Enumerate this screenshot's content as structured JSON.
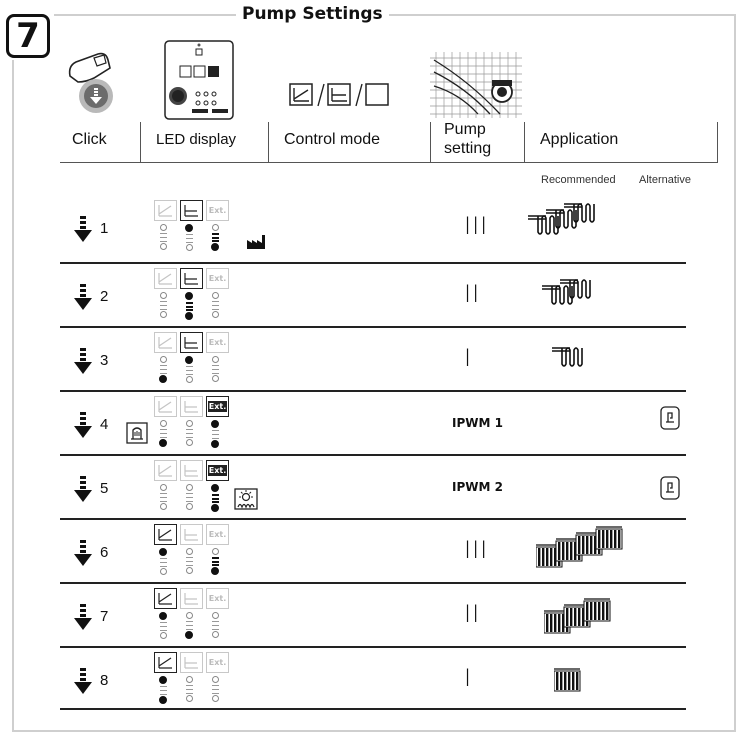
{
  "step_number": "7",
  "title": "Pump Settings",
  "columns": {
    "click": "Click",
    "led_display": "LED display",
    "control_mode": "Control mode",
    "pump_setting": "Pump setting",
    "application": "Application"
  },
  "app_sub": {
    "recommended": "Recommended",
    "alternative": "Alternative"
  },
  "led_panel_labels": {
    "a": "IPWM 1",
    "b": "IPWM 2",
    "ext": "Ext."
  },
  "mode_ext_label": "Ext.",
  "rows": [
    {
      "num": "1",
      "setting": "III",
      "mode": 1
    },
    {
      "num": "2",
      "setting": "II",
      "mode": 1
    },
    {
      "num": "3",
      "setting": "I",
      "mode": 1
    },
    {
      "num": "4",
      "setting": "IPWM 1",
      "mode": 2
    },
    {
      "num": "5",
      "setting": "IPWM 2",
      "mode": 2
    },
    {
      "num": "6",
      "setting": "III",
      "mode": 0
    },
    {
      "num": "7",
      "setting": "II",
      "mode": 0
    },
    {
      "num": "8",
      "setting": "I",
      "mode": 0
    }
  ],
  "icons": {
    "click": "finger-press-icon",
    "row_arrow": "press-down-arrow-icon",
    "factory": "factory-icon",
    "boiler": "boiler-icon",
    "solar": "solar-heating-icon",
    "underfloor": "underfloor-heating-icon",
    "radiator": "radiator-icon",
    "buffer": "buffer-tank-icon"
  }
}
